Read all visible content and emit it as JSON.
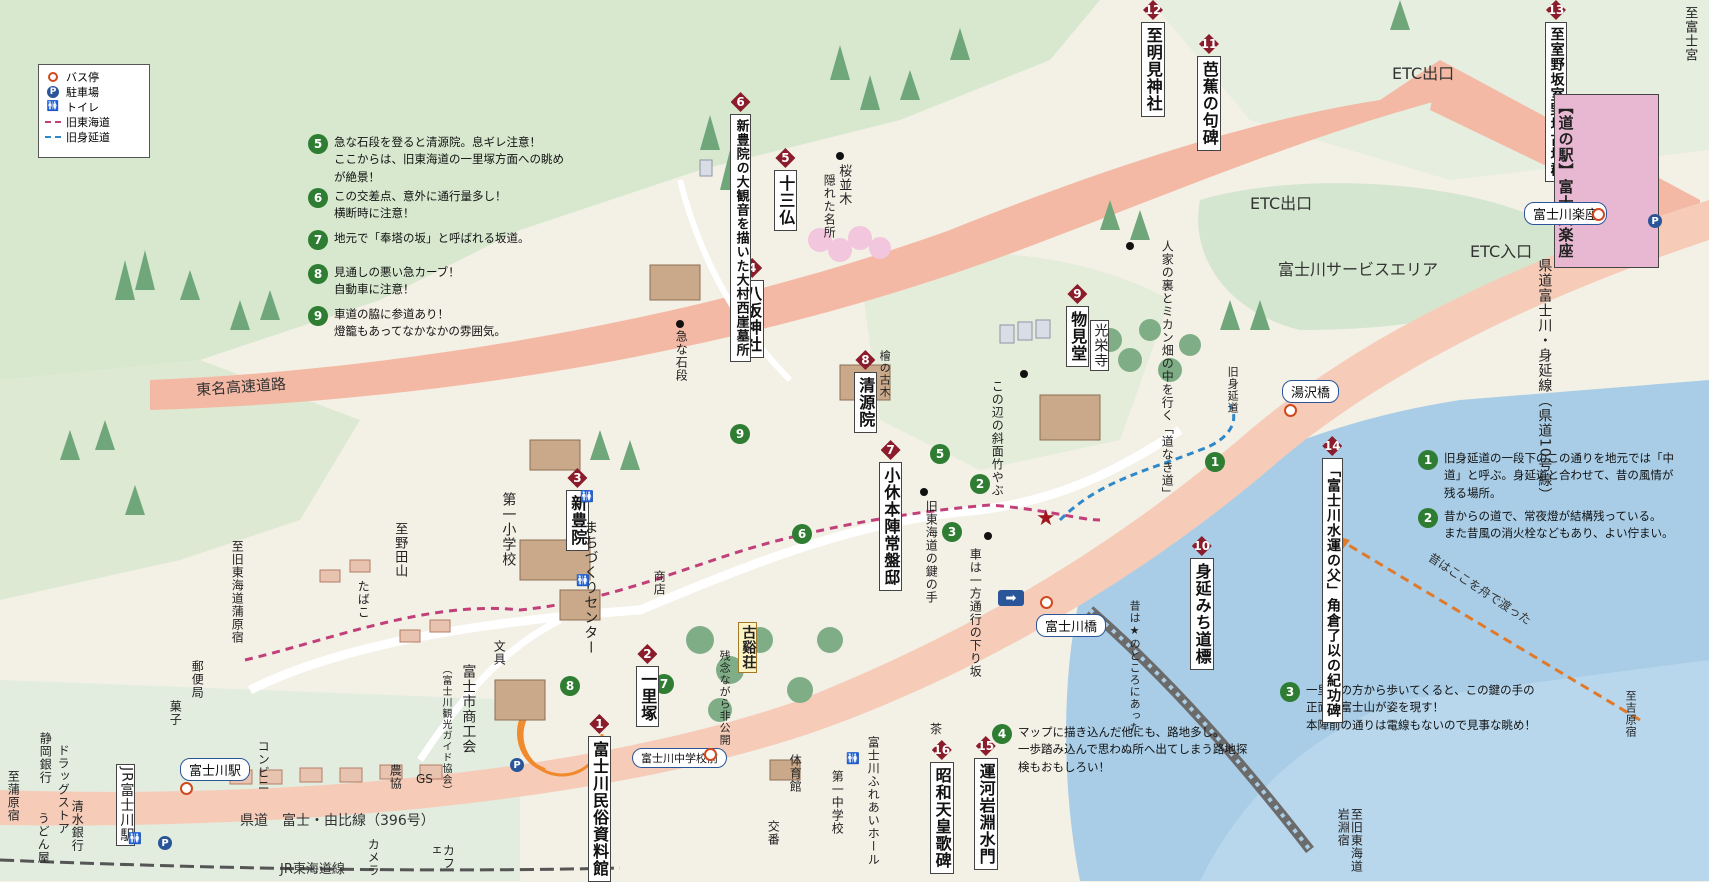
{
  "colors": {
    "land": "#f3f0e6",
    "hills": "#cfe3c8",
    "water": "#a9cde6",
    "expressway": "#f4b9a4",
    "road": "#fbe4d6",
    "marker": "#8a1c2b",
    "green_number": "#2e7d32",
    "old_tokaido": "#c2407a",
    "old_minobu": "#2f89c9"
  },
  "legend": {
    "bus_stop": "バス停",
    "parking": "駐車場",
    "toilet": "トイレ",
    "old_tokaido": "旧東海道",
    "old_minobu": "旧身延道",
    "parking_symbol": "P",
    "toilet_symbol": "🚻"
  },
  "notes_top": [
    {
      "num": "5",
      "lines": [
        "急な石段を登ると清源院。息ギレ注意！",
        "ここからは、旧東海道の一里塚方面への眺め",
        "が絶景！"
      ]
    },
    {
      "num": "6",
      "lines": [
        "この交差点、意外に通行量多し！",
        "横断時に注意！"
      ]
    },
    {
      "num": "7",
      "lines": [
        "地元で「奉塔の坂」と呼ばれる坂道。"
      ]
    },
    {
      "num": "8",
      "lines": [
        "見通しの悪い急カーブ！",
        "自動車に注意！"
      ]
    },
    {
      "num": "9",
      "lines": [
        "車道の脇に参道あり！",
        "燈籠もあってなかなかの雰囲気。"
      ]
    }
  ],
  "notes_right": [
    {
      "num": "1",
      "lines": [
        "旧身延道の一段下のこの通りを地元では「中",
        "道」と呼ぶ。身延道と合わせて、昔の風情が",
        "残る場所。"
      ]
    },
    {
      "num": "2",
      "lines": [
        "昔からの道で、常夜燈が結構残っている。",
        "また昔風の消火栓などもあり、よい佇まい。"
      ]
    },
    {
      "num": "3",
      "lines": [
        "一里塚の方から歩いてくると、この鍵の手の",
        "正面に富士山が姿を現す！",
        "本陣前の通りは電線もないので見事な眺め！"
      ]
    }
  ],
  "note_bottom": {
    "num": "4",
    "lines": [
      "マップに描き込んだ他にも、路地多し。",
      "一歩踏み込んで思わぬ所へ出てしまう路地探",
      "検もおもしろい！"
    ]
  },
  "markers": [
    {
      "num": "1",
      "label": "富士川民俗資料館"
    },
    {
      "num": "2",
      "label": "一里塚"
    },
    {
      "num": "3",
      "label": "新豊院"
    },
    {
      "num": "4",
      "label": "八坂神社"
    },
    {
      "num": "5",
      "label": "十三仏"
    },
    {
      "num": "6",
      "label": "新豊院の大観音を描いた大村西崖墓所"
    },
    {
      "num": "7",
      "label": "小休本陣常盤邸"
    },
    {
      "num": "8",
      "label": "清源院"
    },
    {
      "num": "9",
      "label": "物見堂"
    },
    {
      "num": "10",
      "label": "身延みち道標"
    },
    {
      "num": "11",
      "label": "芭蕉の句碑"
    },
    {
      "num": "12",
      "label": "至明見神社"
    },
    {
      "num": "13",
      "label": "至室野坂室野坂古墳群"
    },
    {
      "num": "14",
      "label": "「富士川水運の父」角倉了以の紀功碑"
    },
    {
      "num": "15",
      "label": "運河岩淵水門"
    },
    {
      "num": "16",
      "label": "昭和天皇歌碑"
    }
  ],
  "marker_sublabels": {
    "m10": "昔は★のところにあった",
    "m1_pref": "富",
    "hinoki": "檜の古木"
  },
  "roads": {
    "tomei": "東名高速道路",
    "prefectural_396": "県道　富士・由比線（396号）",
    "prefectural_10": "県道富士川・身延線（県道10号線）",
    "jr_tokaido": "JR東海道線",
    "etc_exit_1": "ETC出口",
    "etc_exit_2": "ETC出口",
    "etc_entry": "ETC入口",
    "old_minobu_label": "旧身延道",
    "crossing_note": "昔はここを舟で渡った"
  },
  "places": {
    "michi_no_eki": "【道の駅】富士川楽座",
    "service_area": "富士川サービスエリア",
    "fujikawa_station": "JR富士川駅",
    "fujikawa_station_stop": "富士川駅",
    "fujikawa_rakuza_stop": "富士川楽座",
    "fujikawabashi_stop": "富士川橋",
    "yuzawabashi": "湯沢橋",
    "middle_school_stop": "富士川中学校前",
    "kohokuso": "古谿荘",
    "kohokuso_note": "残念ながら非公開",
    "machizukuri": "まちづくりセンター",
    "shoko": "富士市商工会",
    "shoko_sub": "（富士川観光ガイド協会）",
    "daiichi_school": "第一小学校",
    "taiikukan": "体育館",
    "daiichi_chugaku": "第一中学校",
    "fureai_hall": "富士川ふれあいホール",
    "kojuji": "光栄寺",
    "sakura": "桜並木",
    "sakura_note": "隠れた名所",
    "kyuna_ishidan": "急な石段",
    "mikan": "人家の裏とミカン畑の中を行く「道なき道」",
    "takeyabu": "この辺の斜面竹やぶ",
    "kagi": "旧東海道の鍵の手",
    "ippo": "車は一方通行の下り坂",
    "ippo_arrow": "➡",
    "post": "郵便局",
    "shop_label": "商店",
    "toy": "文具",
    "tabako": "たばこ",
    "konbini": "コンビニ",
    "kashi": "菓子",
    "noukyou": "農協",
    "gs": "GS",
    "cafe": "カフェ",
    "camera": "カメラ",
    "drugstore": "ドラッグストア",
    "udon": "うどん屋",
    "shizuoka_bank": "静岡銀行",
    "shimizu_bank": "清水銀行",
    "kouban": "交番",
    "cha": "茶",
    "shoten_w": "商店",
    "toilet_symbol": "🚻"
  },
  "directions": {
    "to_fuji": "至富士宮",
    "to_noda": "至野田山",
    "to_kambara": "至旧東海道蒲原宿",
    "to_kambara2": "至蒲原宿",
    "to_iwabuchi": "至旧東海道岩淵宿",
    "to_yoshiwara": "至吉原宿"
  }
}
